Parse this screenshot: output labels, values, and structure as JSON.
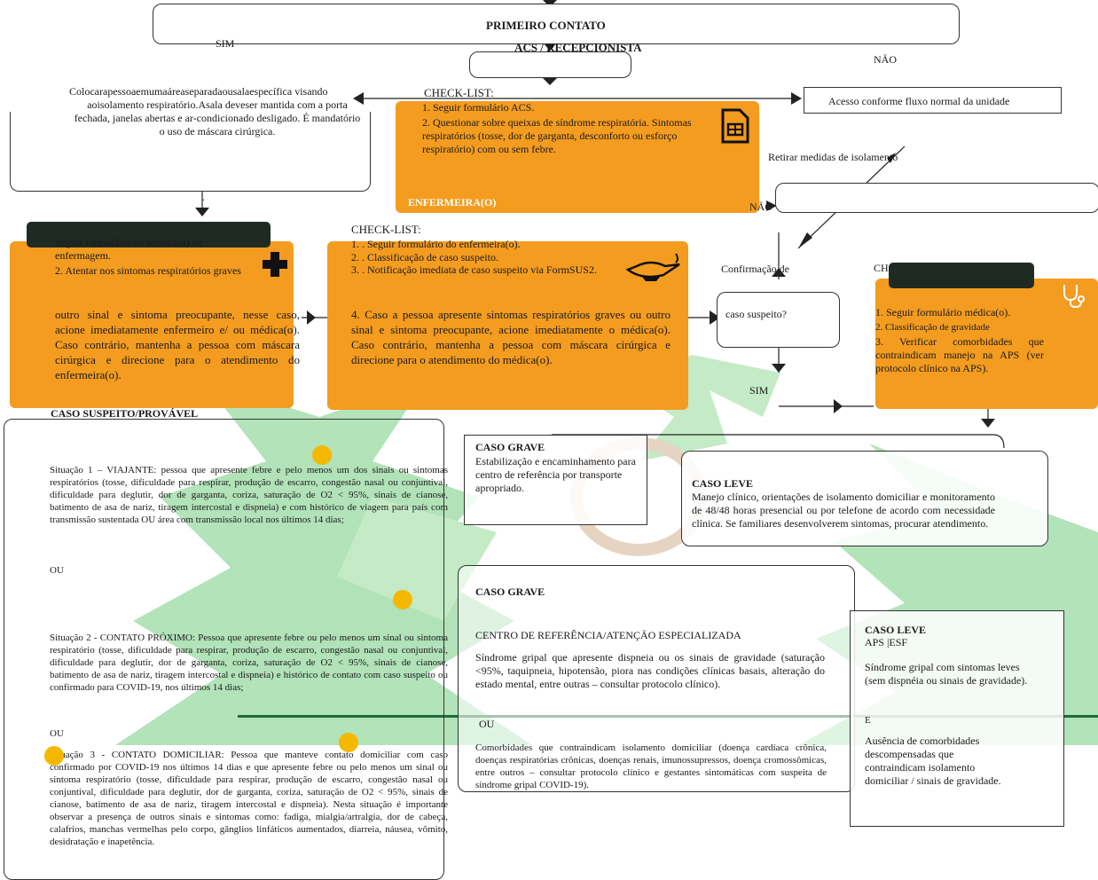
{
  "top": {
    "title": "PRIMEIRO CONTATO",
    "subtitle": "ACS / RECEPCIONISTA"
  },
  "labels": {
    "sim_top": "SIM",
    "nao_top": "NÃO",
    "nao_mid": "NÃO",
    "sim_bottom": "SIM",
    "retirar": "Retirar medidas de isolamento",
    "confirmacao": "Confirmação de",
    "caso_suspeito_q": "caso suspeito?",
    "ch_partial": "CH",
    "caso_suspeito_title": "CASO SUSPEITO/PROVÁVEL"
  },
  "isolation_box": {
    "line1": "Colocarapessoaemumaáreaseparadaousalaespecífica visando",
    "line2": "aoisolamento respiratório.Asala deveser mantida com a porta fechada, janelas abertas e ar-condicionado desligado. É mandatório o uso de máscara cirúrgica.",
    "dot": "."
  },
  "acs_checklist": {
    "header": "CHECK-LIST:",
    "item1": "1. Seguir formulário ACS.",
    "item2": "2. Questionar sobre queixas de síndrome respiratória. Sintomas respiratórios (tosse, dor de garganta, desconforto ou esforço respiratório) com ou sem febre.",
    "footer": "ENFERMEIRA(O)"
  },
  "acesso": {
    "text": "Acesso conforme fluxo normal da unidade"
  },
  "tecnico": {
    "item1": "Seguir formulário do técnica(o) de enfermagem.",
    "item2": "2. Atentar nos sintomas respiratórios graves",
    "item3": "outro sinal e sintoma preocupante, nesse caso, acione imediatamente enfermeiro e/ ou médica(o). Caso contrário, mantenha a pessoa com máscara cirúrgica e direcione para o atendimento do enfermeira(o)."
  },
  "enfermeiro": {
    "header": "CHECK-LIST:",
    "item1": "1. . Seguir formulário do enfermeira(o).",
    "item2": "2. . Classificação de caso suspeito.",
    "item3": "3. . Notificação imediata de caso suspeito via FormSUS2.",
    "item4_num": "4",
    "item4": ". Caso a pessoa apresente sintomas respiratórios graves ou outro sinal e sintoma preocupante, acione imediatamente o médica(o). Caso contrário, mantenha a pessoa com máscara cirúrgica e direcione para o atendimento do médica(o)."
  },
  "medico": {
    "item1": "1. Seguir formulário médica(o).",
    "item2": "2. Classificação de gravidade",
    "item3": "3. Verificar comorbidades que contraindicam manejo na APS (ver protocolo clínico na APS)."
  },
  "caso_suspeito": {
    "s1": "Situação 1 – VIAJANTE: pessoa que apresente febre e pelo menos um dos sinais ou sintomas respiratórios (tosse, dificuldade para respirar, produção de escarro, congestão nasal ou conjuntival, dificuldade para deglutir, dor de garganta, coriza, saturação de O2 < 95%, sinais de cianose, batimento de asa de nariz, tiragem intercostal e dispneia) e com histórico de viagem para país com transmissão sustentada OU área com transmissão local nos últimos 14 dias;",
    "ou1": "OU",
    "s2": "Situação 2 - CONTATO PRÓXIMO: Pessoa que apresente febre ou pelo menos um sinal ou sintoma respiratório (tosse, dificuldade para respirar, produção de escarro, congestão nasal ou conjuntival, dificuldade para deglutir, dor de garganta, coriza, saturação de O2 < 95%, sinais de cianose, batimento de asa de nariz, tiragem intercostal e dispneia) e histórico de contato com caso suspeito ou confirmado para COVID-19, nos últimos 14 dias;",
    "ou2": "OU",
    "s3": "Situação 3 - CONTATO DOMICILIAR: Pessoa que manteve contato domiciliar com caso confirmado por COVID-19 nos últimos 14 dias e que apresente febre ou pelo menos um sinal ou sintoma respiratório (tosse, dificuldade para respirar, produção de escarro, congestão nasal ou conjuntival, dificuldade para deglutir, dor de garganta, coriza, saturação de O2 < 95%, sinais de cianose, batimento de asa de nariz, tiragem intercostal e dispneia). Nesta situação é importante observar a presença de outros sinais e sintomas como: fadiga, mialgia/artralgia, dor de cabeça, calafrios, manchas vermelhas pelo corpo, gânglios linfáticos aumentados, diarreia, náusea, vômito, desidratação e inapetência."
  },
  "grave1": {
    "title": "CASO GRAVE",
    "text": "Estabilização e encaminhamento para centro de referência por transporte apropriado."
  },
  "leve1": {
    "title": "CASO LEVE",
    "text": "Manejo clínico, orientações de isolamento domiciliar e monitoramento de 48/48 horas presencial ou por telefone de acordo com necessidade clínica. Se familiares desenvolverem sintomas, procurar atendimento."
  },
  "grave2": {
    "title": "CASO GRAVE",
    "sub": "CENTRO DE REFERÊNCIA/ATENÇÃO ESPECIALIZADA",
    "p1": "Síndrome gripal que apresente dispneia ou os sinais de gravidade (saturação <95%, taquipneia, hipotensão, piora nas condições clínicas basais, alteração do estado mental, entre outras – consultar protocolo clínico).",
    "ou": "OU",
    "p2": "Comorbidades que contraindicam isolamento domiciliar (doença cardíaca crônica, doenças respiratórias crônicas, doenças renais, imunossupressos, doença cromossômicas, entre outros – consultar protocolo clínico e gestantes sintomáticas com suspeita de síndrome gripal COVID-19)."
  },
  "leve2": {
    "title": "CASO LEVE",
    "sub": "APS |ESF",
    "p1": "Síndrome gripal com sintomas leves (sem dispnéia ou sinais de gravidade).",
    "e": "E",
    "p2": "Ausência de comorbidades descompensadas que contraindicam isolamento domiciliar / sinais de gravidade."
  },
  "colors": {
    "orange": "#f39c1f",
    "dark": "#1f2a23",
    "watermark_green": "#2fb24a",
    "line_green": "#1e6b3a",
    "dot": "#f5b800"
  }
}
